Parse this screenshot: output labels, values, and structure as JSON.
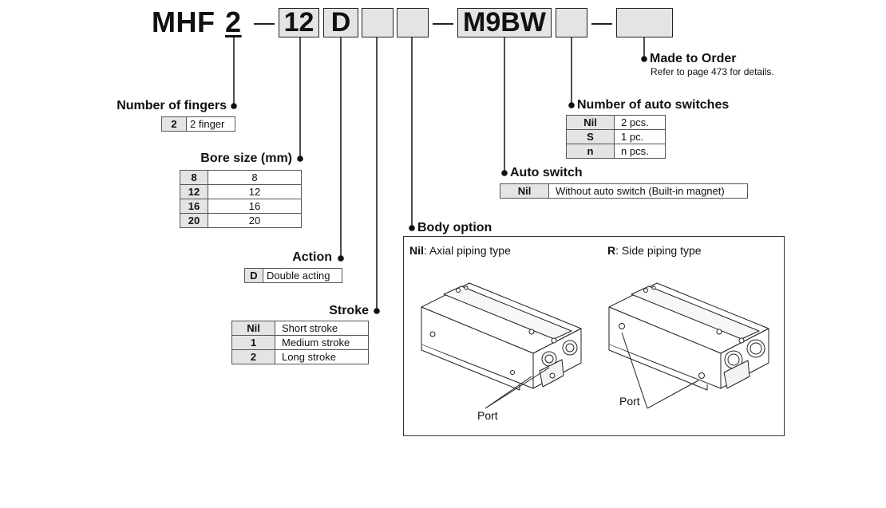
{
  "model_code": {
    "series": "MHF",
    "fingers": "2",
    "bore": "12",
    "action": "D",
    "switch": "M9BW"
  },
  "made_to_order": {
    "title": "Made to Order",
    "note": "Refer to page 473 for details."
  },
  "number_of_fingers": {
    "title": "Number of fingers",
    "rows": [
      {
        "code": "2",
        "desc": "2 finger"
      }
    ]
  },
  "bore_size": {
    "title": "Bore size (mm)",
    "rows": [
      {
        "code": "8",
        "desc": "8"
      },
      {
        "code": "12",
        "desc": "12"
      },
      {
        "code": "16",
        "desc": "16"
      },
      {
        "code": "20",
        "desc": "20"
      }
    ]
  },
  "action": {
    "title": "Action",
    "rows": [
      {
        "code": "D",
        "desc": "Double acting"
      }
    ]
  },
  "stroke": {
    "title": "Stroke",
    "rows": [
      {
        "code": "Nil",
        "desc": "Short stroke"
      },
      {
        "code": "1",
        "desc": "Medium stroke"
      },
      {
        "code": "2",
        "desc": "Long stroke"
      }
    ]
  },
  "number_of_auto_switches": {
    "title": "Number of auto switches",
    "rows": [
      {
        "code": "Nil",
        "desc": "2 pcs."
      },
      {
        "code": "S",
        "desc": "1 pc."
      },
      {
        "code": "n",
        "desc": "n pcs."
      }
    ]
  },
  "auto_switch": {
    "title": "Auto switch",
    "rows": [
      {
        "code": "Nil",
        "desc": "Without auto switch (Built-in magnet)"
      }
    ]
  },
  "body_option": {
    "title": "Body option",
    "left": {
      "code": "Nil",
      "desc": ": Axial piping type",
      "port_label": "Port"
    },
    "right": {
      "code": "R",
      "desc": ": Side piping type",
      "port_label": "Port"
    }
  }
}
